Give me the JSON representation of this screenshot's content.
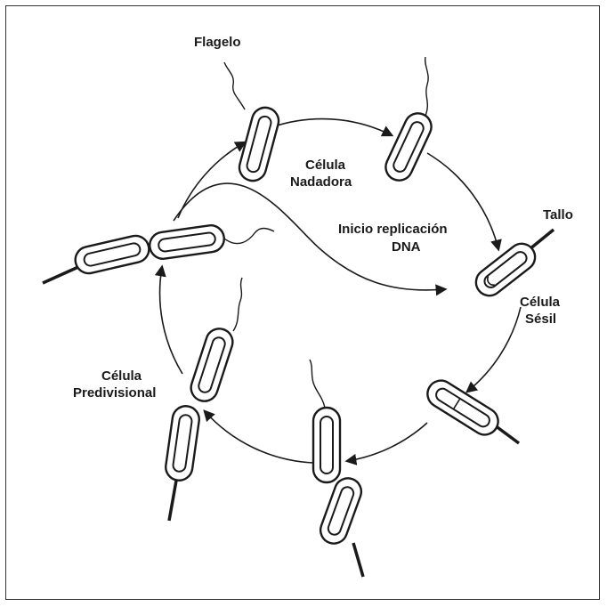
{
  "colors": {
    "ink": "#1a1a1a",
    "background": "#ffffff",
    "frame": "#333333"
  },
  "labels": {
    "flagelo": "Flagelo",
    "celula_nadadora_1": "Célula",
    "celula_nadadora_2": "Nadadora",
    "inicio_1": "Inicio replicación",
    "inicio_2": "DNA",
    "tallo": "Tallo",
    "celula_sesil_1": "Célula",
    "celula_sesil_2": "Sésil",
    "celula_predivisional_1": "Célula",
    "celula_predivisional_2": "Predivisional"
  }
}
